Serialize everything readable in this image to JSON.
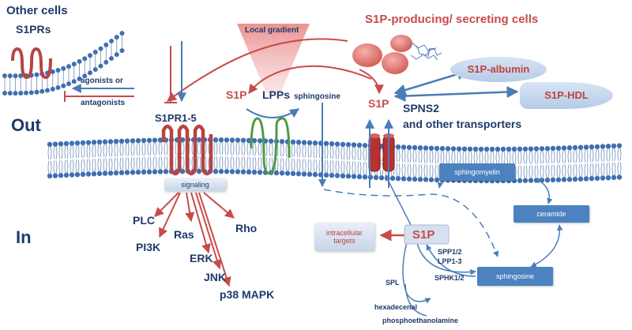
{
  "labels": {
    "other_cells": "Other cells",
    "s1prs": "S1PRs",
    "agonists_or": "agonists or",
    "antagonists": "antagonists",
    "out": "Out",
    "in": "In",
    "local_gradient": "Local gradient",
    "producing_cells": "S1P-producing/ secreting cells",
    "s1p_left": "S1P",
    "lpps": "LPPs",
    "sphingosine_top": "sphingosine",
    "s1p_right": "S1P",
    "spns2": "SPNS2",
    "other_transporters": "and other transporters",
    "s1pr15": "S1PR1-5",
    "s1p_albumin": "S1P-albumin",
    "s1p_hdl": "S1P-HDL",
    "sphingomyelin": "sphingomyelin",
    "ceramide": "ceramide",
    "sphingosine_box": "sphingosine",
    "signaling": "signaling",
    "intracellular_targets_1": "intracellular",
    "intracellular_targets_2": "targets",
    "s1p_center": "S1P",
    "spp": "SPP1/2",
    "lpp13": "LPP1-3",
    "sphk": "SPHK1/2",
    "spl": "SPL",
    "hexadecenal": "hexadecenal",
    "phosphoethanolamine": "phosphoethanolamine"
  },
  "effectors": [
    "PLC",
    "PI3K",
    "Ras",
    "ERK",
    "JNK",
    "p38 MAPK",
    "Rho"
  ],
  "colors": {
    "navy": "#1f3a6a",
    "red": "#c84b4b",
    "box_blue": "#4b82bf",
    "arrow_blue": "#4a7cb8",
    "membrane_head": "#3f6fb0"
  }
}
